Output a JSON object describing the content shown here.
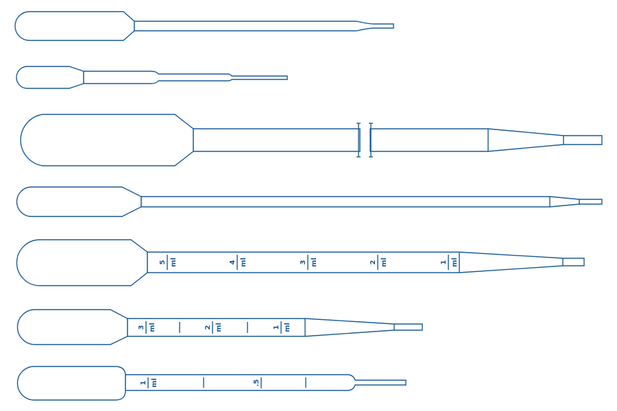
{
  "diagram": {
    "stroke_color": "#1a5a96",
    "background": "#ffffff",
    "pipettes": [
      {
        "graduations": []
      },
      {
        "graduations": []
      },
      {
        "graduations": []
      },
      {
        "graduations": []
      },
      {
        "graduations": [
          "5",
          "4",
          "3",
          "2",
          "1"
        ],
        "unit": "ml"
      },
      {
        "graduations": [
          "3",
          "2",
          "1"
        ],
        "unit": "ml"
      },
      {
        "graduations": [
          "1",
          ".5"
        ],
        "unit": "ml"
      }
    ]
  }
}
